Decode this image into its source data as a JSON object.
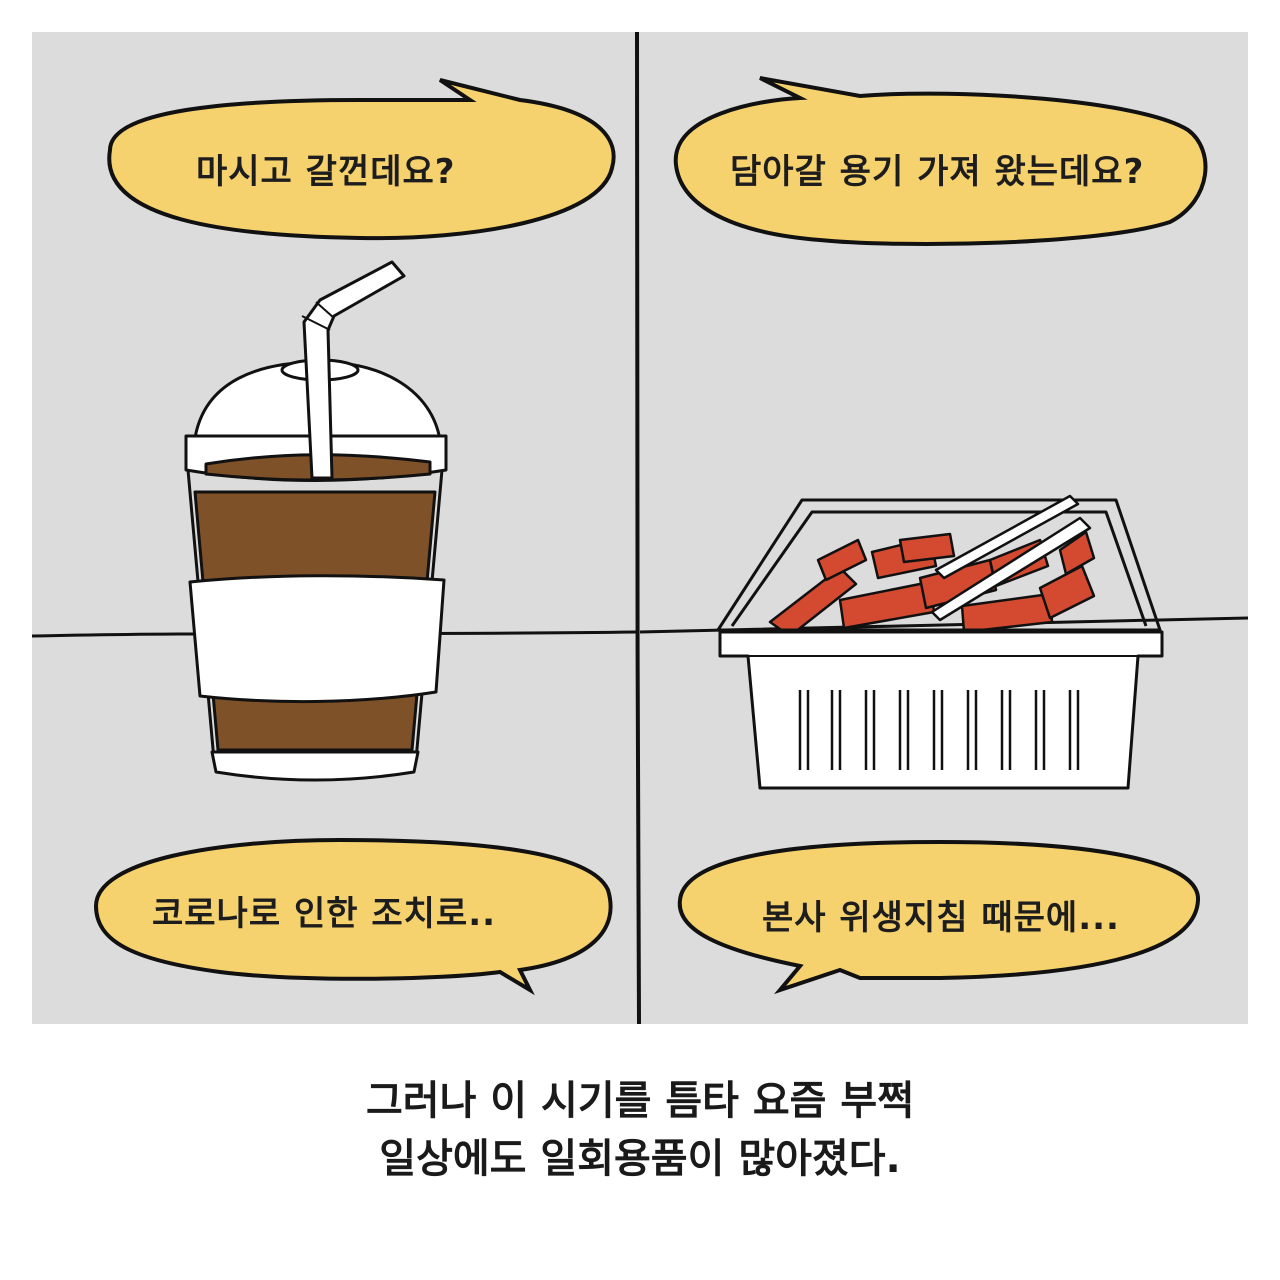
{
  "panels": {
    "top_left": {
      "bubble_text": "마시고 갈껀데요?"
    },
    "top_right": {
      "bubble_text": "담아갈 용기 가져 왔는데요?"
    },
    "bottom_left": {
      "bubble_text": "코로나로 인한 조치로.."
    },
    "bottom_right": {
      "bubble_text": "본사 위생지침 때문에..."
    }
  },
  "caption": {
    "line1": "그러나 이 시기를 틈타 요즘 부쩍",
    "line2": "일상에도 일회용품이 많아졌다."
  },
  "colors": {
    "panel_background": "#dcdcdc",
    "bubble_fill": "#f5d26e",
    "coffee": "#7e5128",
    "tteokbokki": "#d44a30",
    "ink": "#111111"
  },
  "icons": {
    "cup": "iced-coffee-cup-icon",
    "container": "tteokbokki-container-icon"
  }
}
